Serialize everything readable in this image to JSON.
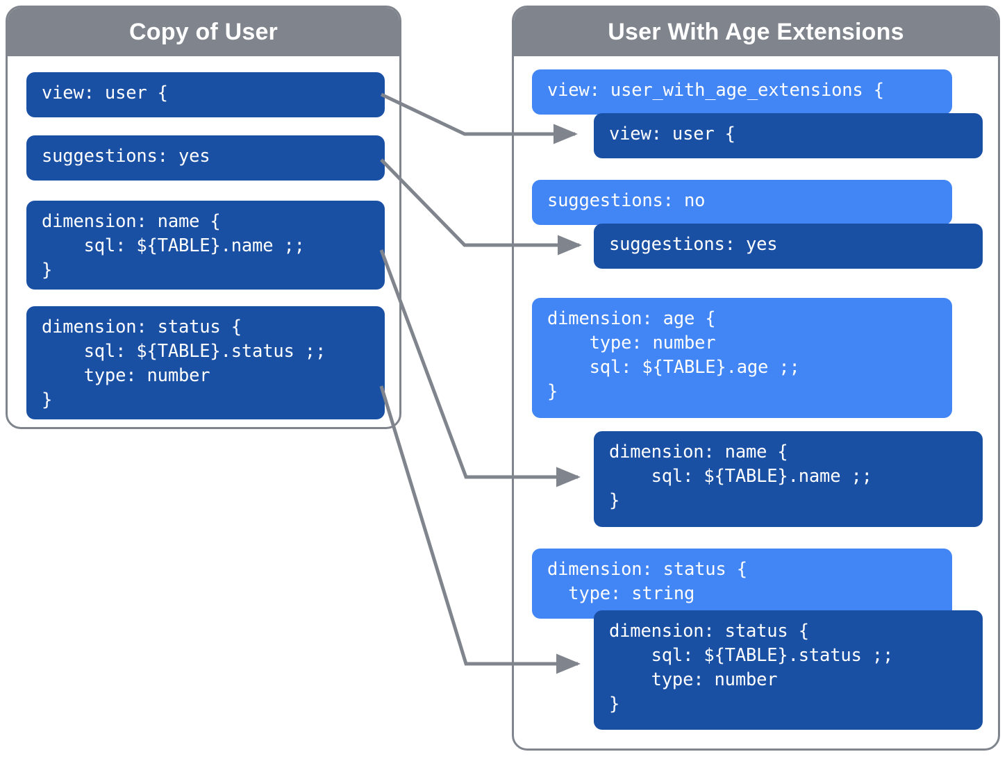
{
  "diagram": {
    "title": "LookML view extension diagram",
    "colors": {
      "header_gray": "#80858d",
      "dark_blue": "#1a50a4",
      "light_blue": "#4285f4",
      "arrow_gray": "#80858d",
      "panel_background": "#ffffff"
    }
  },
  "left_panel": {
    "header": "Copy of User",
    "blocks": [
      {
        "id": "left-view",
        "variant": "dark",
        "text": "view: user {"
      },
      {
        "id": "left-suggestions",
        "variant": "dark",
        "text": "suggestions: yes"
      },
      {
        "id": "left-dimension-name",
        "variant": "dark",
        "text": "dimension: name {\n    sql: ${TABLE}.name ;;\n}"
      },
      {
        "id": "left-dimension-status",
        "variant": "dark",
        "text": "dimension: status {\n    sql: ${TABLE}.status ;;\n    type: number\n}"
      }
    ]
  },
  "right_panel": {
    "header": "User With Age Extensions",
    "blocks": [
      {
        "id": "right-view-extension",
        "variant": "light",
        "text": "view: user_with_age_extensions {"
      },
      {
        "id": "right-view-inherited",
        "variant": "dark",
        "text": "view: user {"
      },
      {
        "id": "right-suggestions-no",
        "variant": "light",
        "text": "suggestions: no"
      },
      {
        "id": "right-suggestions-yes",
        "variant": "dark",
        "text": "suggestions: yes"
      },
      {
        "id": "right-dimension-age",
        "variant": "light",
        "text": "dimension: age {\n    type: number\n    sql: ${TABLE}.age ;;\n}"
      },
      {
        "id": "right-dimension-name",
        "variant": "dark",
        "text": "dimension: name {\n    sql: ${TABLE}.name ;;\n}"
      },
      {
        "id": "right-dimension-status-l",
        "variant": "light",
        "text": "dimension: status {\n  type: string"
      },
      {
        "id": "right-dimension-status-d",
        "variant": "dark",
        "text": "dimension: status {\n    sql: ${TABLE}.status ;;\n    type: number\n}"
      }
    ]
  },
  "connectors": [
    {
      "id": "connector-view",
      "from": "left-view",
      "to": "right-view-inherited"
    },
    {
      "id": "connector-suggestions",
      "from": "left-suggestions",
      "to": "right-suggestions-yes"
    },
    {
      "id": "connector-dimension-name",
      "from": "left-dimension-name",
      "to": "right-dimension-name"
    },
    {
      "id": "connector-dimension-status",
      "from": "left-dimension-status",
      "to": "right-dimension-status-d"
    }
  ]
}
